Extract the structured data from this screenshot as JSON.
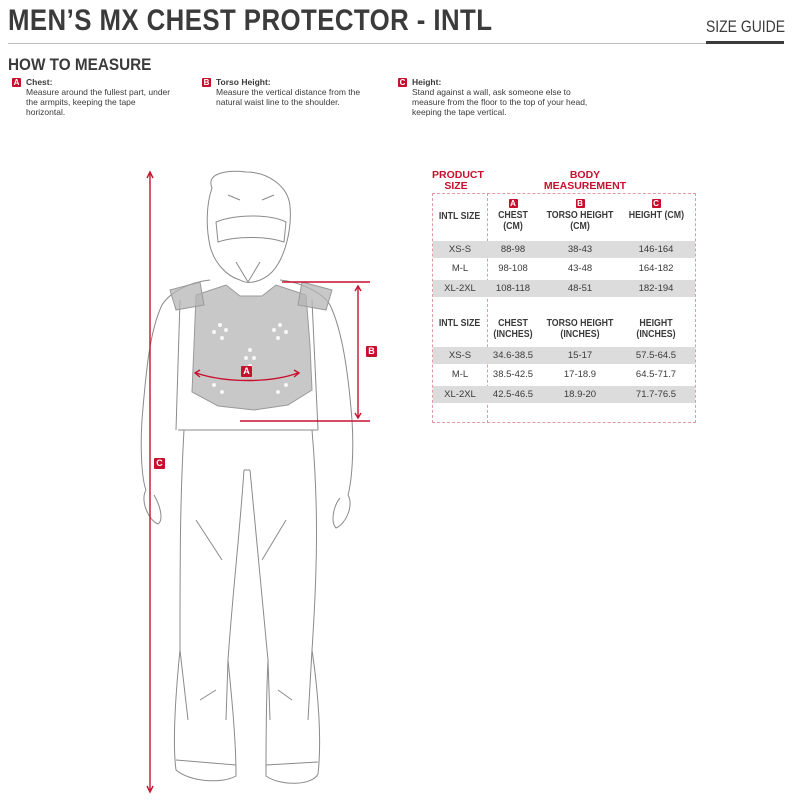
{
  "header": {
    "title": "MEN’S MX CHEST PROTECTOR - INTL",
    "section_label": "SIZE GUIDE"
  },
  "how_to_measure": {
    "heading": "HOW TO MEASURE",
    "steps": [
      {
        "badge": "A",
        "title": "Chest:",
        "text": "Measure around the fullest part, under the armpits, keeping the tape horizontal."
      },
      {
        "badge": "B",
        "title": "Torso Height:",
        "text": "Measure the vertical distance from the natural waist line to the shoulder."
      },
      {
        "badge": "C",
        "title": "Height:",
        "text": "Stand against a wall, ask someone else to measure from the floor to the top of your head, keeping the tape vertical."
      }
    ]
  },
  "figure": {
    "markers": {
      "chest": "A",
      "torso": "B",
      "height": "C"
    },
    "accent_color": "#c8102e"
  },
  "size_table": {
    "group_headers": {
      "product": "PRODUCT SIZE",
      "body": "BODY MEASUREMENT"
    },
    "cm": {
      "headers": [
        {
          "badge": "",
          "label": "INTL SIZE"
        },
        {
          "badge": "A",
          "label": "CHEST (CM)"
        },
        {
          "badge": "B",
          "label": "TORSO HEIGHT (CM)"
        },
        {
          "badge": "C",
          "label": "HEIGHT (CM)"
        }
      ],
      "rows": [
        [
          "XS-S",
          "88-98",
          "38-43",
          "146-164"
        ],
        [
          "M-L",
          "98-108",
          "43-48",
          "164-182"
        ],
        [
          "XL-2XL",
          "108-118",
          "48-51",
          "182-194"
        ]
      ]
    },
    "inches": {
      "headers": [
        {
          "label": "INTL SIZE"
        },
        {
          "label": "CHEST (INCHES)"
        },
        {
          "label": "TORSO HEIGHT (INCHES)"
        },
        {
          "label": "HEIGHT (INCHES)"
        }
      ],
      "rows": [
        [
          "XS-S",
          "34.6-38.5",
          "15-17",
          "57.5-64.5"
        ],
        [
          "M-L",
          "38.5-42.5",
          "17-18.9",
          "64.5-71.7"
        ],
        [
          "XL-2XL",
          "42.5-46.5",
          "18.9-20",
          "71.7-76.5"
        ]
      ]
    }
  }
}
